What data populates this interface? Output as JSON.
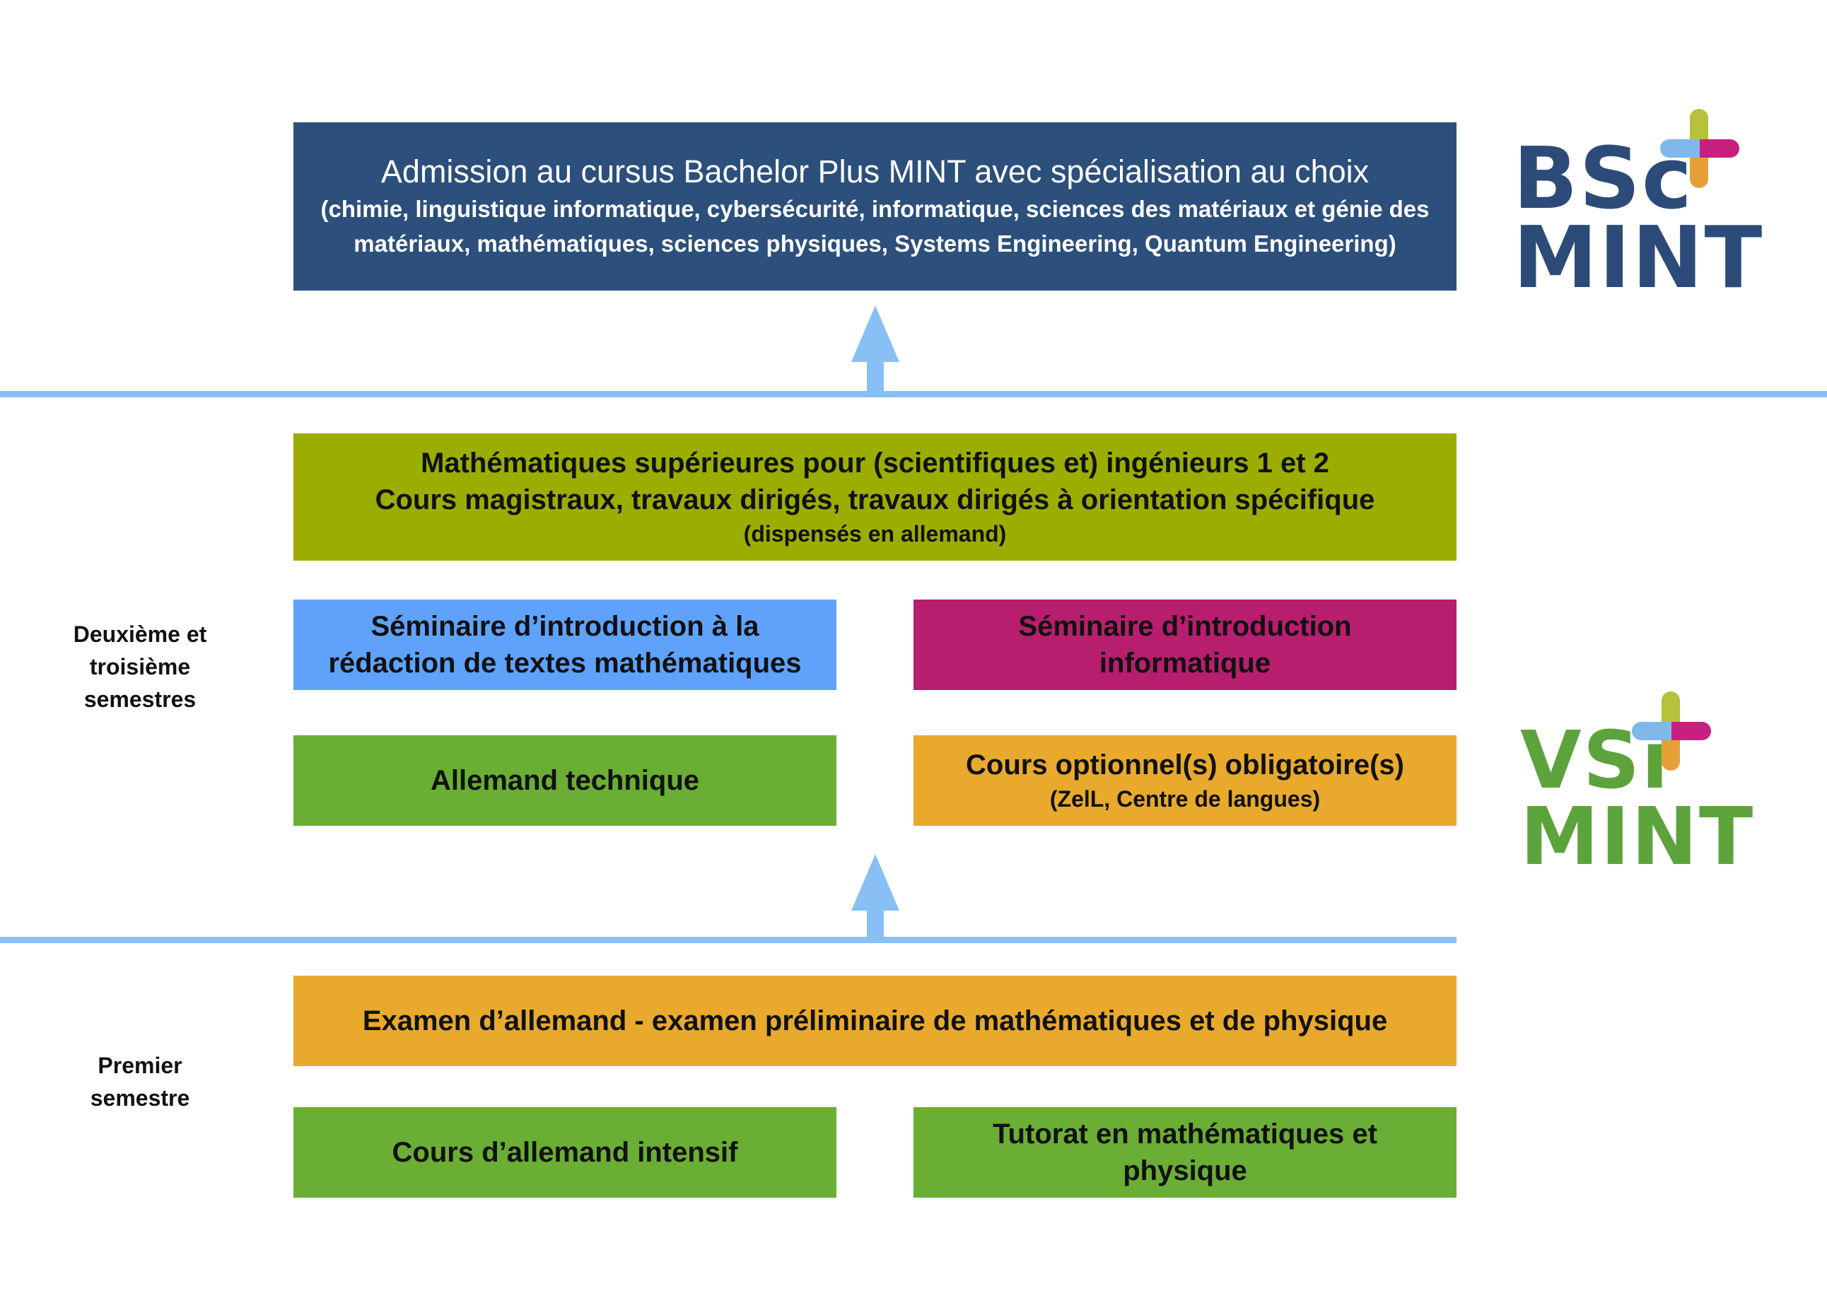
{
  "top_box": {
    "title": "Admission au cursus Bachelor Plus MINT avec spécialisation au choix",
    "subtitle": "(chimie, linguistique informatique, cybersécurité, informatique, sciences des matériaux et génie des matériaux, mathématiques, sciences physiques, Systems Engineering, Quantum Engineering)"
  },
  "math_box": {
    "line1": "Mathématiques supérieures pour (scientifiques et) ingénieurs 1 et 2",
    "line2": "Cours magistraux, travaux dirigés, travaux dirigés à orientation spécifique",
    "note": "(dispensés en allemand)"
  },
  "seminar_math": {
    "label": "Séminaire d’introduction à la rédaction de textes mathématiques"
  },
  "seminar_info": {
    "label": "Séminaire d’introduction informatique"
  },
  "german_tech": {
    "label": "Allemand technique"
  },
  "optional_courses": {
    "label": "Cours optionnel(s) obligatoire(s)",
    "note": "(ZelL, Centre de langues)"
  },
  "exam_box": {
    "label": "Examen d’allemand - examen préliminaire de mathématiques et de physique"
  },
  "intensive_german": {
    "label": "Cours d’allemand intensif"
  },
  "tutoring": {
    "label": "Tutorat en mathématiques et physique"
  },
  "side_labels": {
    "second_third": "Deuxième et troisième semestres",
    "first": "Premier semestre"
  },
  "logos": {
    "bsc": {
      "line1": "BSc",
      "line2": "MINT",
      "color": "#2c4b78"
    },
    "vsi": {
      "line1": "VSi",
      "line2": "MINT",
      "color": "#5da33c"
    }
  },
  "colors": {
    "navy": "#2c4f7c",
    "olive": "#9bae00",
    "sky_blue": "#5fa2fb",
    "magenta": "#b71e6e",
    "green": "#6aae34",
    "orange": "#e8a92d",
    "line_blue": "#88c0f6",
    "plus_yellow_green": "#b5c23a",
    "plus_light_blue": "#7fb9ec",
    "plus_magenta": "#c8207f",
    "plus_orange": "#e6a03a"
  }
}
